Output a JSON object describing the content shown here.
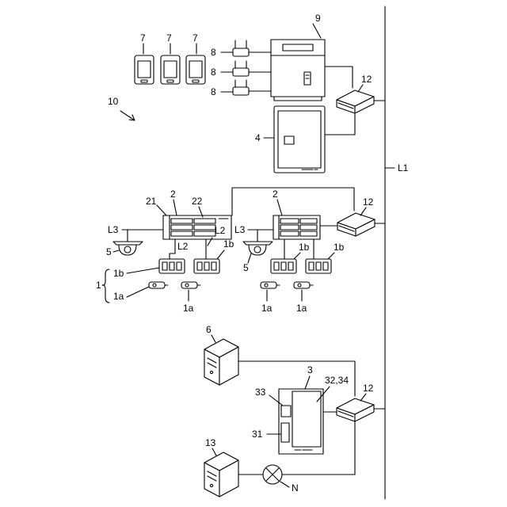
{
  "labels": {
    "smartphone_1": "7",
    "smartphone_2": "7",
    "smartphone_3": "7",
    "ap_1": "8",
    "ap_2": "8",
    "ap_3": "8",
    "server_9": "9",
    "hub_top": "12",
    "hub_mid": "12",
    "hub_bot": "12",
    "system": "10",
    "panel_4": "4",
    "line_L1": "L1",
    "controller_left": "2",
    "controller_right": "2",
    "unit_21": "21",
    "unit_22": "22",
    "line_L3_left": "L3",
    "line_L3_right": "L3",
    "line_L2_top": "L2",
    "line_L2_inner": "L2",
    "camera_left": "5",
    "camera_right": "5",
    "reader_1b_left_a": "1b",
    "reader_1b_left_b": "1b",
    "reader_1b_right_a": "1b",
    "reader_1b_right_b": "1b",
    "group_1": "1",
    "group_1a": "1a",
    "key_1a_left": "1a",
    "key_1a_right_a": "1a",
    "key_1a_right_b": "1a",
    "server_6": "6",
    "terminal_3": "3",
    "screen_32_34": "32,34",
    "camera_33": "33",
    "slot_31": "31",
    "server_13": "13",
    "network_N": "N"
  },
  "colors": {
    "stroke": "#000000",
    "fill": "#ffffff"
  }
}
